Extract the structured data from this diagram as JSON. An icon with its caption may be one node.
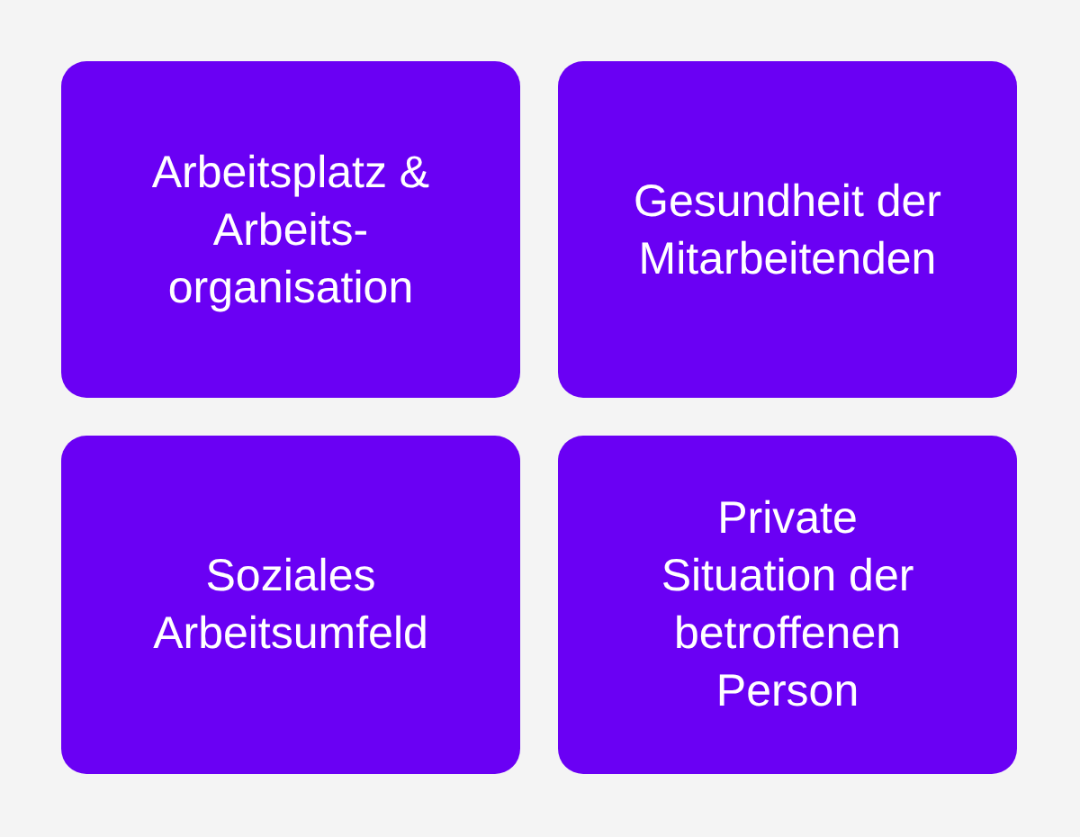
{
  "diagram": {
    "nodes": [
      {
        "text": [
          "Arbeitsplatz & Arbeits- organisation"
        ]
      },
      {
        "text": [
          "Gesundheit der Mitarbeitenden"
        ]
      },
      {
        "text": [
          "Soziales Arbeitsumfeld"
        ]
      },
      {
        "text": [
          "Private Situation der betroffenen Person"
        ]
      }
    ]
  }
}
